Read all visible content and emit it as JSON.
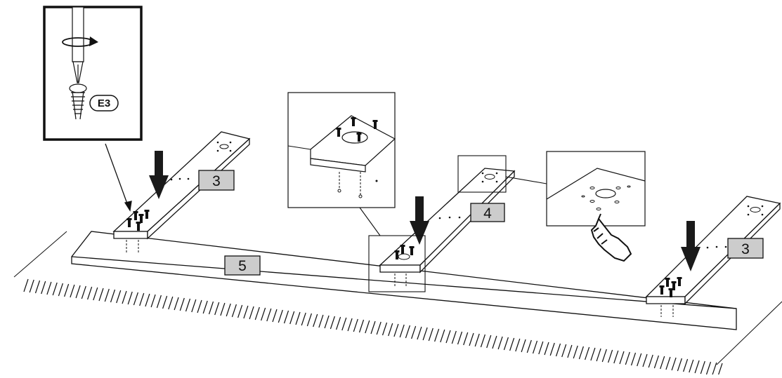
{
  "diagram": {
    "part_labels": {
      "front_rail": "5",
      "left_slat": "3",
      "center_slat": "4",
      "right_slat": "3"
    },
    "screw_code": "E3",
    "colors": {
      "line": "#111111",
      "label_fill": "#cccccc",
      "arrow_fill": "#1a1a1a",
      "background": "#ffffff"
    },
    "icons": [
      "screwdriver-icon",
      "rotation-arrow-icon",
      "pointing-hand-icon",
      "down-arrow-icon"
    ]
  }
}
